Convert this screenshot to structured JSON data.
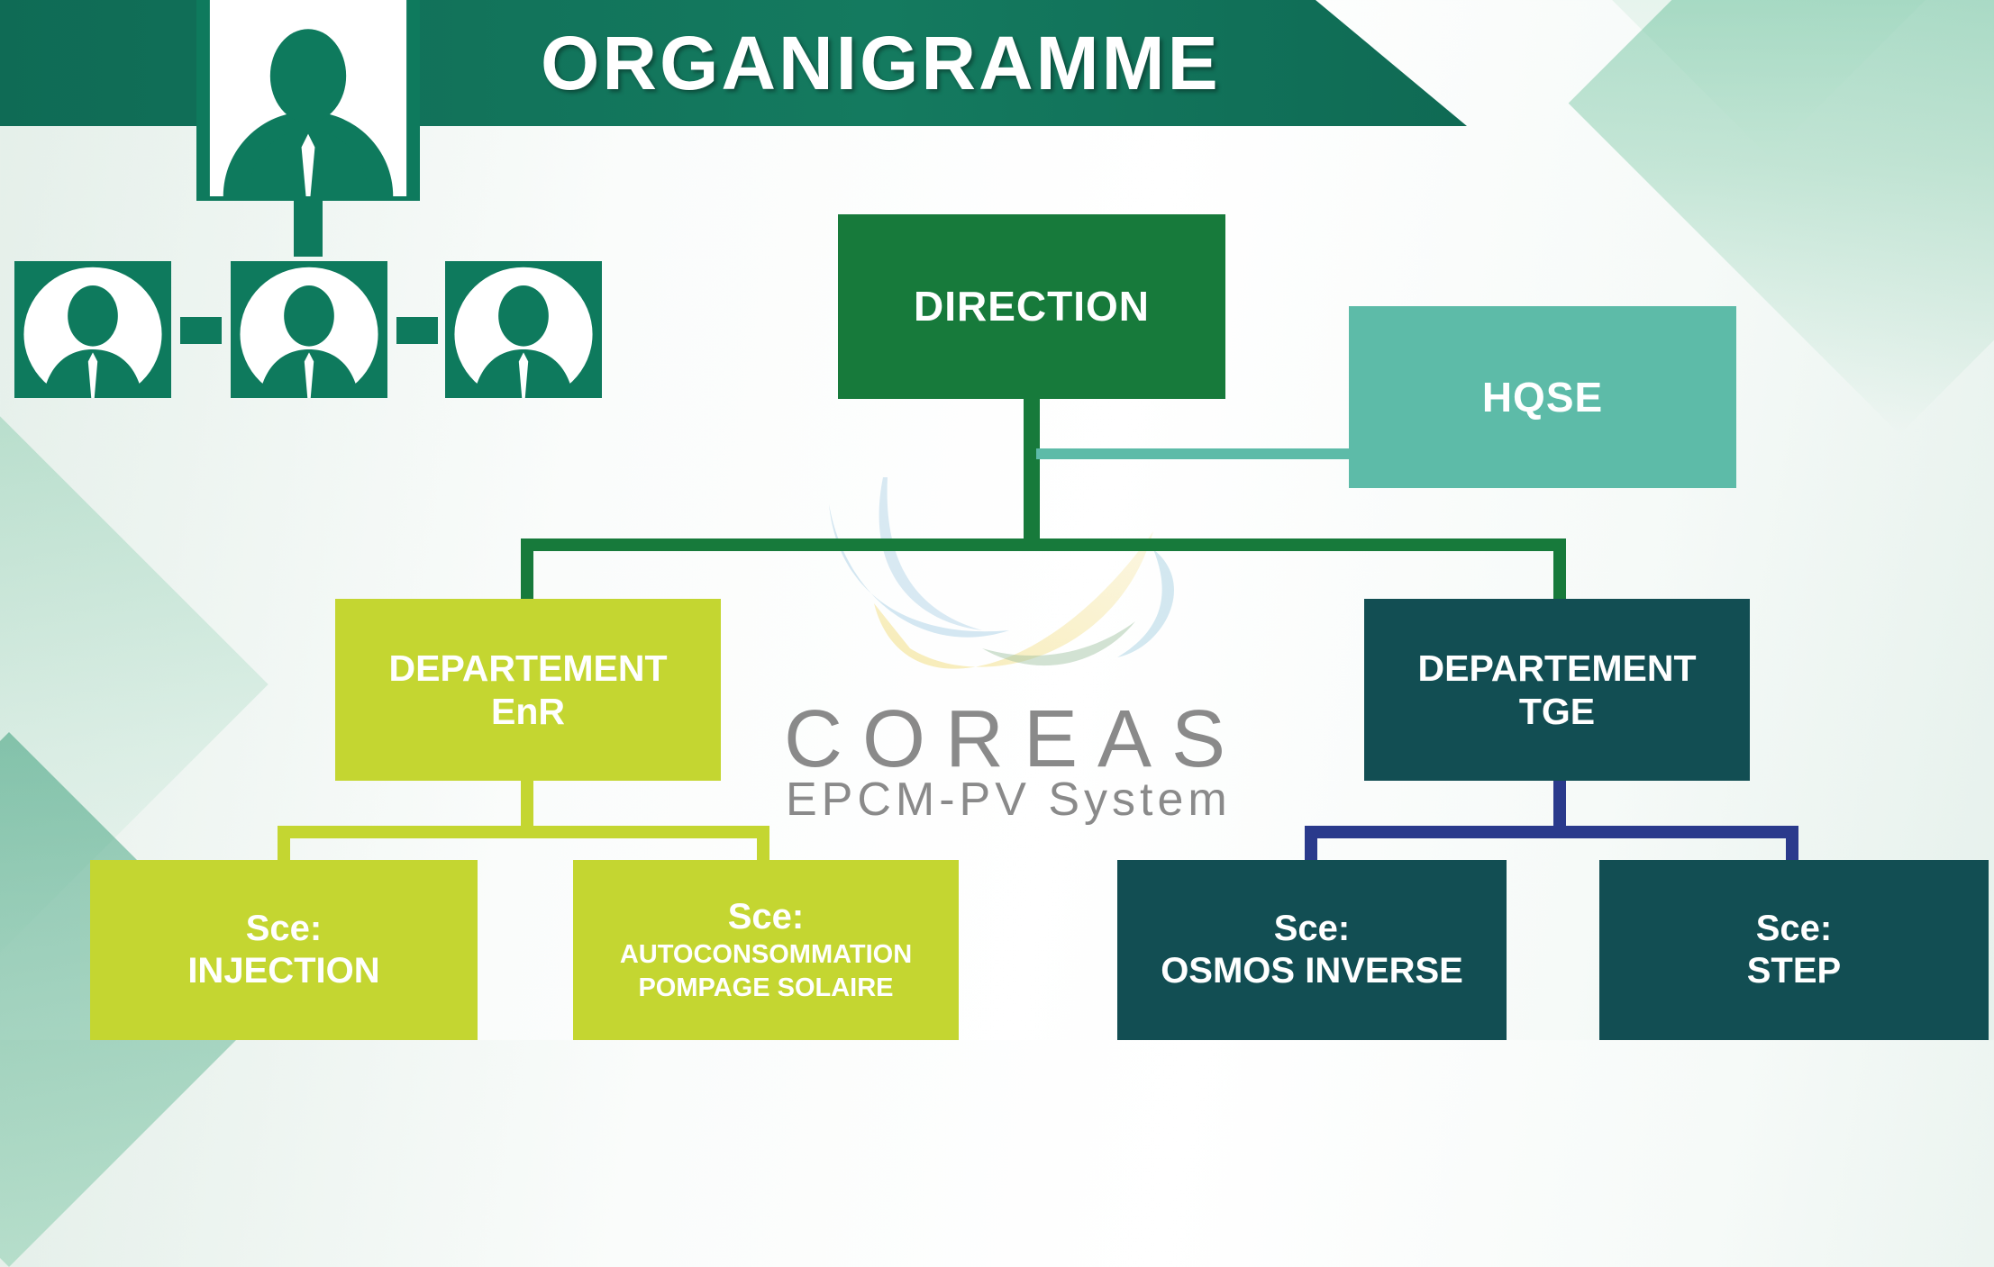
{
  "banner": {
    "title": "ORGANIGRAMME"
  },
  "logo": {
    "name": "COREAS",
    "tagline": "EPCM-PV System"
  },
  "nodes": {
    "direction": {
      "label": "DIRECTION"
    },
    "hqse": {
      "label": "HQSE"
    },
    "dept_enr": {
      "line1": "DEPARTEMENT",
      "line2": "EnR"
    },
    "dept_tge": {
      "line1": "DEPARTEMENT",
      "line2": "TGE"
    },
    "svc_injection": {
      "line1": "Sce:",
      "line2": "INJECTION"
    },
    "svc_autoconso": {
      "line1": "Sce:",
      "line2a": "AUTOCONSOMMATION",
      "line2b": "POMPAGE SOLAIRE"
    },
    "svc_osmose": {
      "line1": "Sce:",
      "line2": "OSMOS INVERSE"
    },
    "svc_step": {
      "line1": "Sce:",
      "line2": "STEP"
    }
  },
  "colors": {
    "banner": "#0f6b55",
    "direction": "#177a3b",
    "hqse": "#5dbba8",
    "enr": "#c4d631",
    "tge": "#124e53",
    "tge_connector": "#2a3a8c"
  },
  "icons": [
    "org-chart-icon",
    "person-icon"
  ]
}
